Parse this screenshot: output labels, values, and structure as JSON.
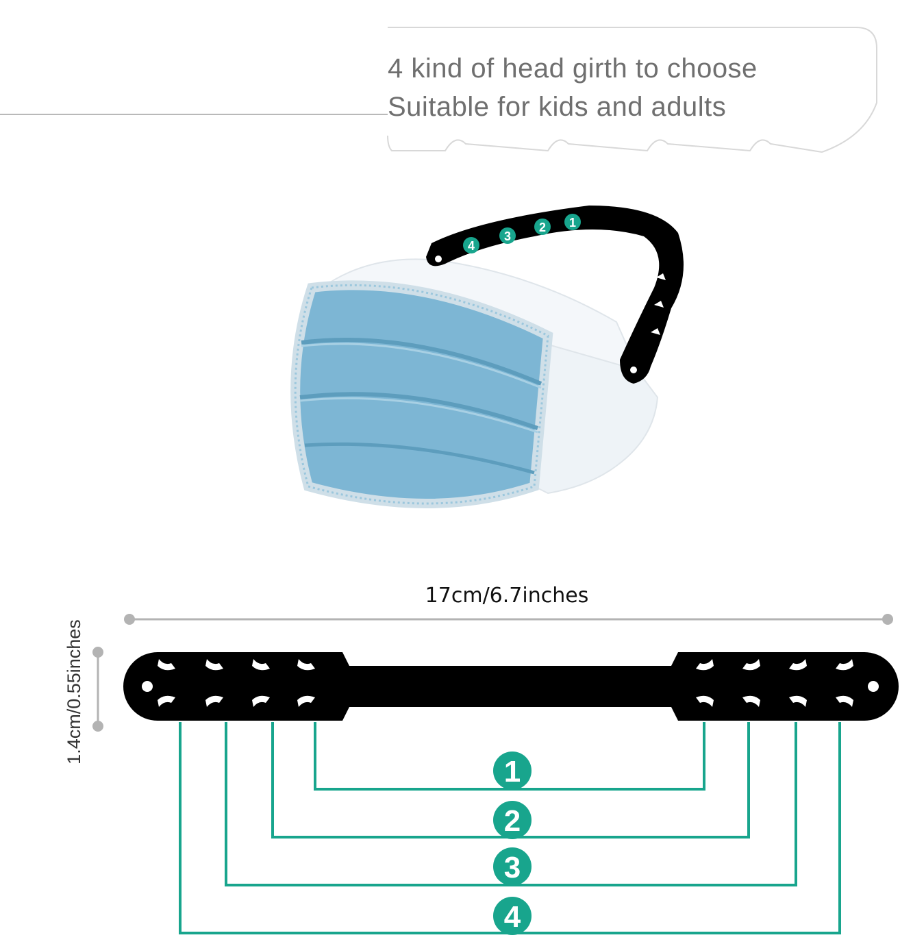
{
  "headline": {
    "line1": "4 kind of head girth to choose",
    "line2": "Suitable for kids and adults"
  },
  "dimensions": {
    "width": "17cm/6.7inches",
    "height": "1.4cm/0.55inches"
  },
  "positions": [
    "1",
    "2",
    "3",
    "4"
  ],
  "colors": {
    "accent": "#18a58d",
    "strap": "#000000",
    "mask": "#7fb8d6",
    "text": "#6f6f6f",
    "measure": "#b3b3b3"
  },
  "icons": [
    "mask-illustration",
    "ear-saver-strap",
    "position-badge"
  ]
}
